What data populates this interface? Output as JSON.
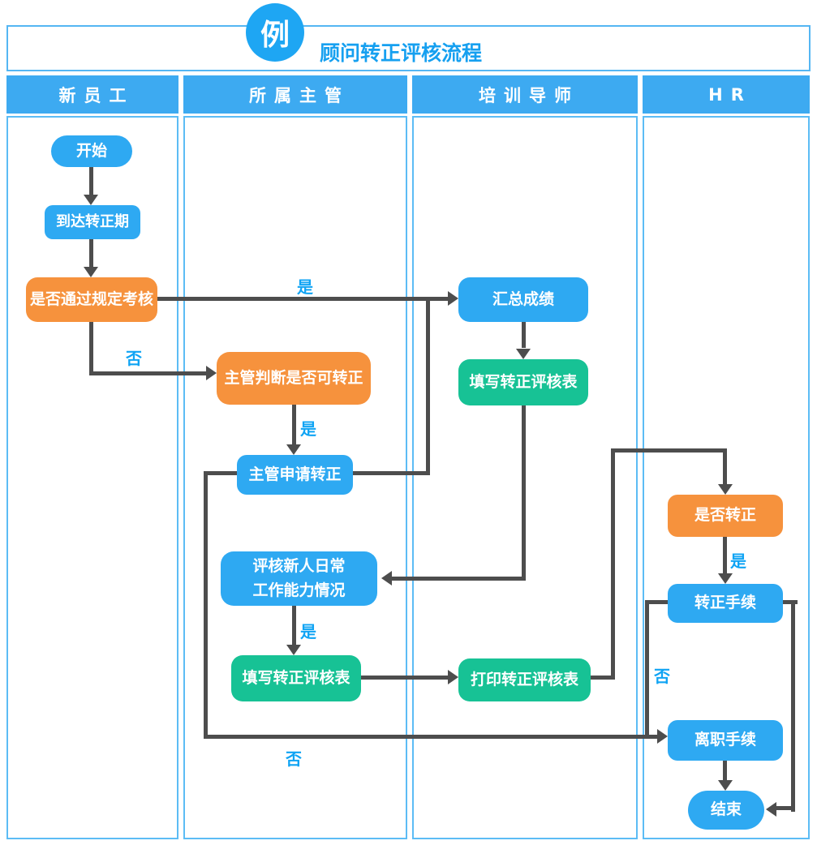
{
  "badge": {
    "text": "例"
  },
  "header": {
    "title": "顾问转正评核流程"
  },
  "lanes": [
    {
      "label": "新员工"
    },
    {
      "label": "所属主管"
    },
    {
      "label": "培训导师"
    },
    {
      "label": "HR"
    }
  ],
  "nodes": {
    "start": {
      "label": "开始",
      "type": "start",
      "color": "blue"
    },
    "reach_period": {
      "label": "到达转正期",
      "type": "process",
      "color": "blue"
    },
    "pass_exam": {
      "label": "是否通过规定考核",
      "type": "decision",
      "color": "orange"
    },
    "judge": {
      "label": "主管判断是否可转正",
      "type": "decision",
      "color": "orange"
    },
    "apply": {
      "label": "主管申请转正",
      "type": "process",
      "color": "blue"
    },
    "evaluate": {
      "label": "评核新人日常\n工作能力情况",
      "type": "process",
      "color": "blue"
    },
    "fill_form_supervisor": {
      "label": "填写转正评核表",
      "type": "process",
      "color": "green"
    },
    "summarize": {
      "label": "汇总成绩",
      "type": "process",
      "color": "blue"
    },
    "fill_form_mentor": {
      "label": "填写转正评核表",
      "type": "process",
      "color": "green"
    },
    "print_form": {
      "label": "打印转正评核表",
      "type": "process",
      "color": "green"
    },
    "is_regularized": {
      "label": "是否转正",
      "type": "decision",
      "color": "orange"
    },
    "regularization_procedure": {
      "label": "转正手续",
      "type": "process",
      "color": "blue"
    },
    "resignation_procedure": {
      "label": "离职手续",
      "type": "process",
      "color": "blue"
    },
    "end": {
      "label": "结束",
      "type": "end",
      "color": "blue"
    }
  },
  "edge_labels": {
    "pass_yes": "是",
    "pass_no": "否",
    "judge_yes": "是",
    "evaluate_yes": "是",
    "isreg_yes": "是",
    "isreg_no": "否",
    "apply_no": "否"
  },
  "colors": {
    "node_blue": "#2ea9f2",
    "node_green": "#17c295",
    "node_orange": "#f6923d",
    "lane_header_blue": "#3daaf1",
    "lane_border_blue": "#5cbcf5",
    "edge_gray": "#4d4d4d",
    "edge_label_blue": "#10a4f4",
    "title_text_blue": "#16a0f0"
  }
}
